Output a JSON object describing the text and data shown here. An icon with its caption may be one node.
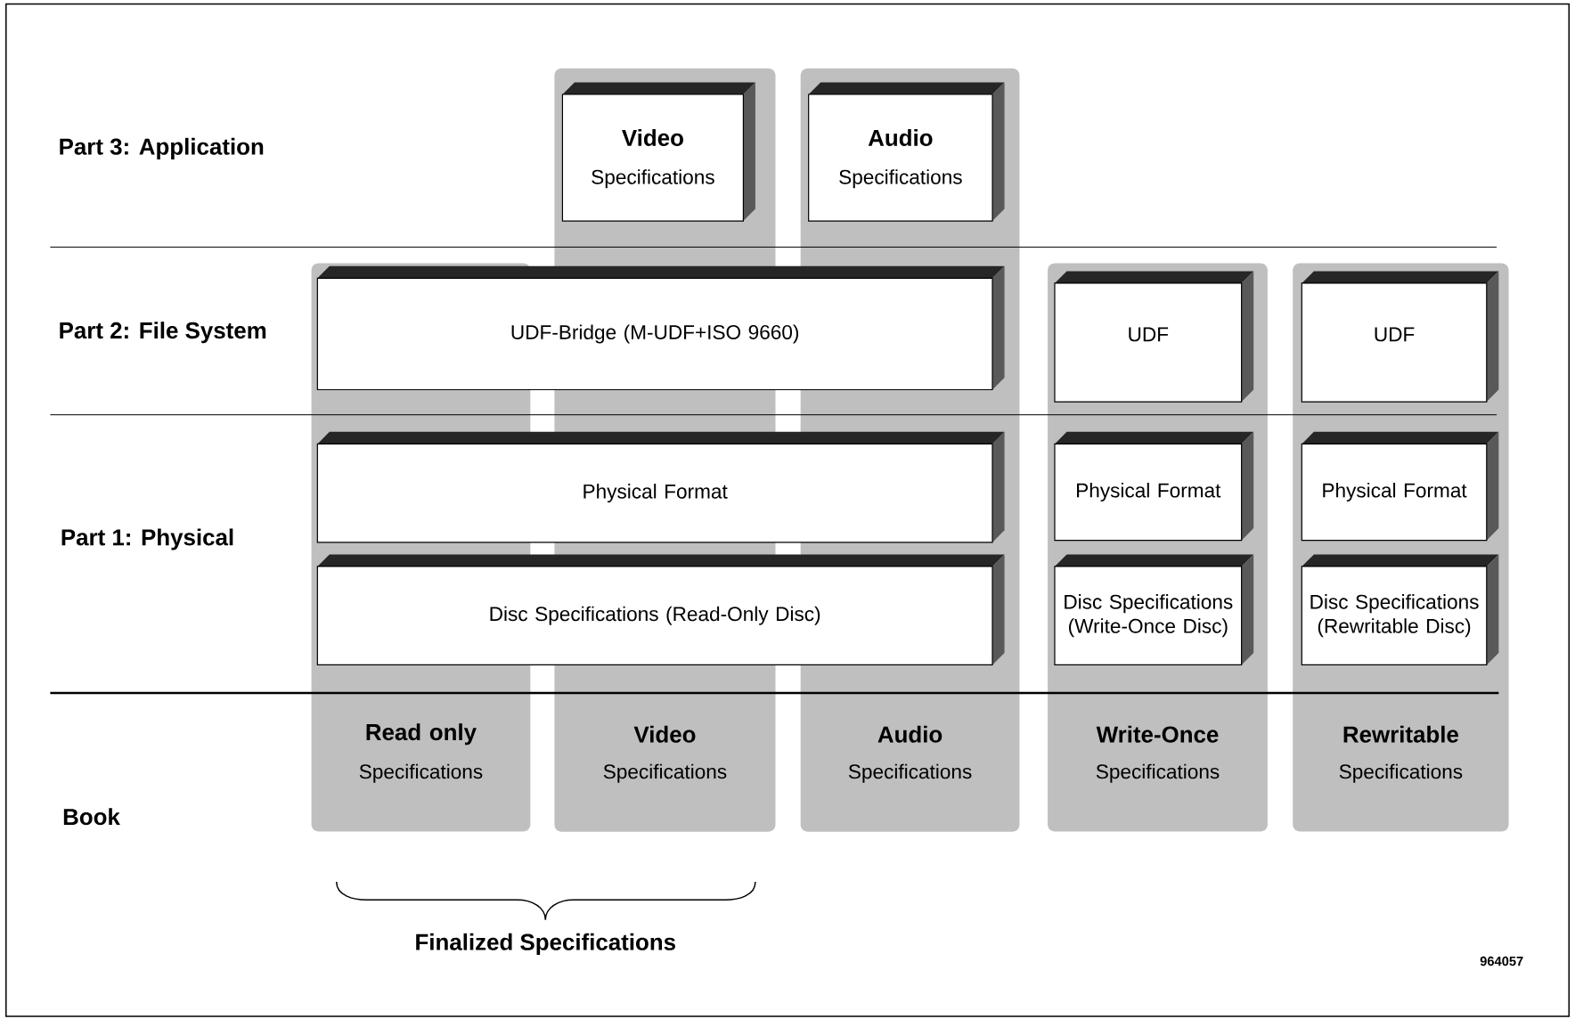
{
  "diagram": {
    "nodes": [
      {
        "text": [
          "Read only",
          "Specifications"
        ]
      },
      {
        "text": [
          "Video",
          "Specifications"
        ]
      },
      {
        "text": [
          "Audio",
          "Specifications"
        ]
      },
      {
        "text": [
          "Write-Once",
          "Specifications"
        ]
      },
      {
        "text": [
          "Rewritable",
          "Specifications"
        ]
      },
      {
        "text": [
          "Video",
          "Specifications"
        ],
        "in": 1
      },
      {
        "text": [
          "Audio",
          "Specifications"
        ],
        "in": 2
      },
      {
        "text": [
          "UDF-Bridge (M-UDF+ISO 9660)"
        ]
      },
      {
        "text": [
          "UDF"
        ],
        "in": 3
      },
      {
        "text": [
          "UDF"
        ],
        "in": 4
      },
      {
        "text": [
          "Physical Format"
        ]
      },
      {
        "text": [
          "Physical Format"
        ],
        "in": 3
      },
      {
        "text": [
          "Physical Format"
        ],
        "in": 4
      },
      {
        "text": [
          "Disc Specifications (Read-Only Disc)"
        ]
      },
      {
        "text": [
          "Disc Specifications (Write-Once Disc)"
        ],
        "in": 3
      },
      {
        "text": [
          "Disc Specifications (Rewritable Disc)"
        ],
        "in": 4
      }
    ],
    "labels": [
      "Part 3: Application",
      "Part 2: File System",
      "Part 1: Physical",
      "Book",
      "Finalized Specifications",
      "964057"
    ]
  }
}
